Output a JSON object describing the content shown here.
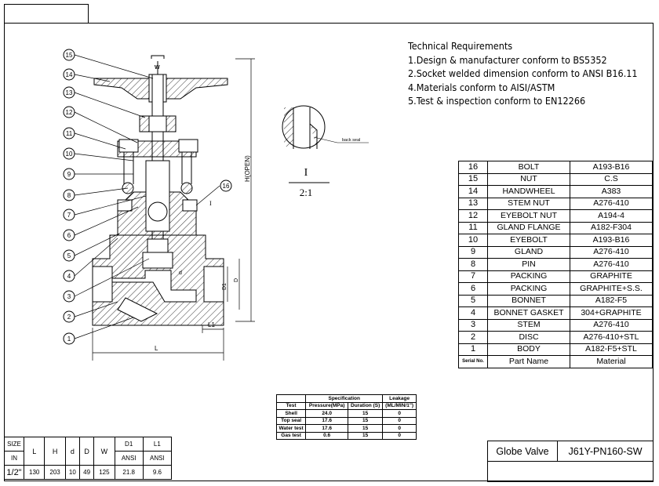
{
  "requirements": {
    "heading": "Technical Requirements",
    "items": [
      "1.Design & manufacturer conform to BS5352",
      "2.Socket welded dimension conform to ANSI B16.11",
      "4.Materials conform to AISI/ASTM",
      "5.Test & inspection conform to EN12266"
    ]
  },
  "drawing": {
    "balloons": [
      "15",
      "14",
      "13",
      "12",
      "11",
      "10",
      "9",
      "8",
      "7",
      "6",
      "5",
      "4",
      "3",
      "2",
      "1"
    ],
    "balloon16": "16",
    "dim_w": "W",
    "dim_h": "H(OPEN)",
    "dim_l": "L",
    "dim_l1": "L1",
    "dim_d1": "D1",
    "dim_d": "d",
    "dim_D": "D",
    "section_mark": "I",
    "detail_label": "back seal",
    "detail_id": "I",
    "detail_scale": "2:1"
  },
  "parts": {
    "rows": [
      {
        "no": "16",
        "name": "BOLT",
        "material": "A193-B16"
      },
      {
        "no": "15",
        "name": "NUT",
        "material": "C.S"
      },
      {
        "no": "14",
        "name": "HANDWHEEL",
        "material": "A383"
      },
      {
        "no": "13",
        "name": "STEM NUT",
        "material": "A276-410"
      },
      {
        "no": "12",
        "name": "EYEBOLT NUT",
        "material": "A194-4"
      },
      {
        "no": "11",
        "name": "GLAND FLANGE",
        "material": "A182-F304"
      },
      {
        "no": "10",
        "name": "EYEBOLT",
        "material": "A193-B16"
      },
      {
        "no": "9",
        "name": "GLAND",
        "material": "A276-410"
      },
      {
        "no": "8",
        "name": "PIN",
        "material": "A276-410"
      },
      {
        "no": "7",
        "name": "PACKING",
        "material": "GRAPHITE"
      },
      {
        "no": "6",
        "name": "PACKING",
        "material": "GRAPHITE+S.S."
      },
      {
        "no": "5",
        "name": "BONNET",
        "material": "A182-F5"
      },
      {
        "no": "4",
        "name": "BONNET GASKET",
        "material": "304+GRAPHITE"
      },
      {
        "no": "3",
        "name": "STEM",
        "material": "A276-410"
      },
      {
        "no": "2",
        "name": "DISC",
        "material": "A276-410+STL"
      },
      {
        "no": "1",
        "name": "BODY",
        "material": "A182-F5+STL"
      }
    ],
    "header": {
      "no": "Serial No.",
      "name": "Part Name",
      "material": "Material"
    }
  },
  "spec": {
    "group": "Specification",
    "leakage": "Leakage",
    "headers": [
      "Test",
      "Pressure(MPa)",
      "Duration (S)",
      "(ML/MIN/1\")"
    ],
    "rows": [
      [
        "Shell",
        "24.0",
        "15",
        "0"
      ],
      [
        "Top seal",
        "17.6",
        "15",
        "0"
      ],
      [
        "Water test",
        "17.6",
        "15",
        "0"
      ],
      [
        "Gas test",
        "0.6",
        "15",
        "0"
      ]
    ]
  },
  "size": {
    "h_size": "SIZE",
    "h_in": "IN",
    "h_L": "L",
    "h_H": "H",
    "h_d": "d",
    "h_D": "D",
    "h_W": "W",
    "h_D1": "D1",
    "h_L1": "L1",
    "ansi": "ANSI",
    "row": [
      "1/2\"",
      "130",
      "203",
      "10",
      "49",
      "125",
      "21.8",
      "9.6"
    ]
  },
  "title": {
    "name": "Globe Valve",
    "model": "J61Y-PN160-SW"
  }
}
